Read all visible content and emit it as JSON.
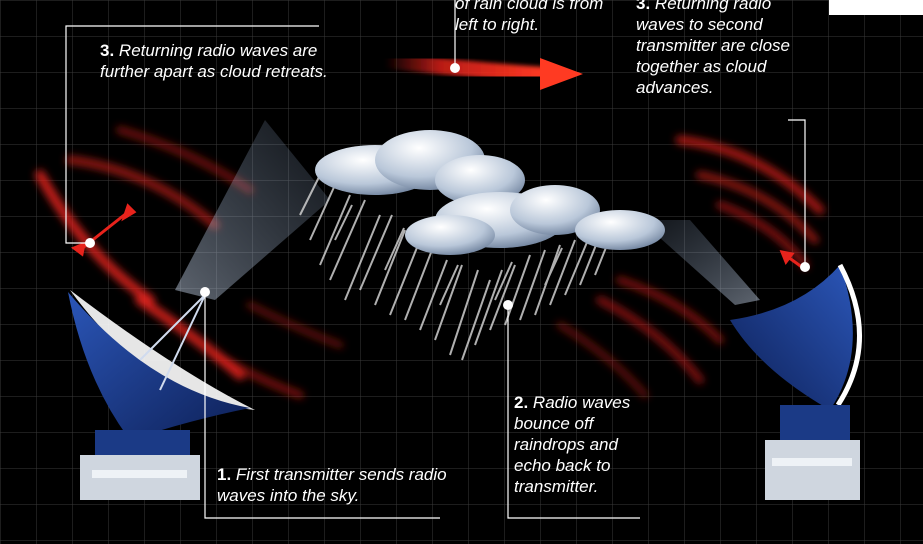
{
  "colors": {
    "background": "#000000",
    "grid": "#3a3a3a",
    "wave_red": "#e8231c",
    "beam": "#9fb7d6",
    "text": "#ffffff",
    "dish_blue": "#1e3c8c"
  },
  "labels": {
    "top_center": {
      "text": "of rain cloud is from left to right."
    },
    "step3": {
      "number": "3.",
      "text": "Returning radio waves are further apart as cloud retreats."
    },
    "step5": {
      "number": "3.",
      "text": "Returning radio waves to second transmitter are close together as cloud advances."
    },
    "step2": {
      "number": "2.",
      "text": "Radio waves bounce off raindrops and echo back to transmitter."
    },
    "step1": {
      "number": "1.",
      "text": "First transmitter sends radio waves into the sky."
    }
  },
  "icons": {
    "left_dish": "radar-dish-icon",
    "right_dish": "radar-dish-icon",
    "cloud": "rain-cloud-icon",
    "arrow": "right-arrow-icon"
  }
}
